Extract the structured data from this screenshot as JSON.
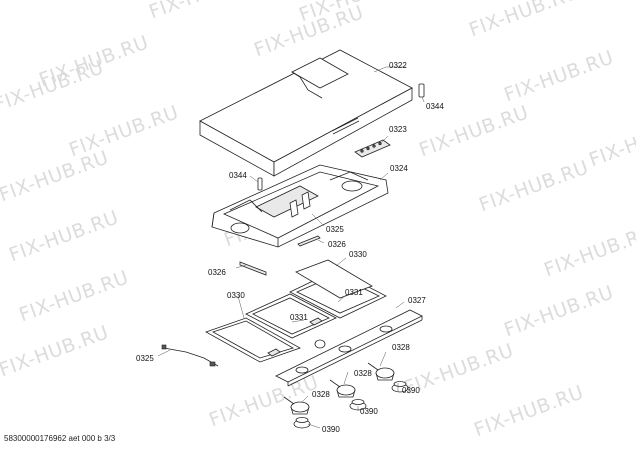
{
  "watermark": {
    "text": "FIX-HUB.RU"
  },
  "footer": {
    "text": "58300000176962 aet 000 b 3/3"
  },
  "parts": [
    {
      "id": "p0322",
      "label": "0322"
    },
    {
      "id": "p0344a",
      "label": "0344"
    },
    {
      "id": "p0323",
      "label": "0323"
    },
    {
      "id": "p0344b",
      "label": "0344"
    },
    {
      "id": "p0324",
      "label": "0324"
    },
    {
      "id": "p0325a",
      "label": "0325"
    },
    {
      "id": "p0326a",
      "label": "0326"
    },
    {
      "id": "p0330a",
      "label": "0330"
    },
    {
      "id": "p0326b",
      "label": "0326"
    },
    {
      "id": "p0330b",
      "label": "0330"
    },
    {
      "id": "p0331a",
      "label": "0331"
    },
    {
      "id": "p0327",
      "label": "0327"
    },
    {
      "id": "p0331b",
      "label": "0331"
    },
    {
      "id": "p0325b",
      "label": "0325"
    },
    {
      "id": "p0328a",
      "label": "0328"
    },
    {
      "id": "p0328b",
      "label": "0328"
    },
    {
      "id": "p0390a",
      "label": "0390"
    },
    {
      "id": "p0328c",
      "label": "0328"
    },
    {
      "id": "p0390b",
      "label": "0390"
    },
    {
      "id": "p0390c",
      "label": "0390"
    }
  ]
}
